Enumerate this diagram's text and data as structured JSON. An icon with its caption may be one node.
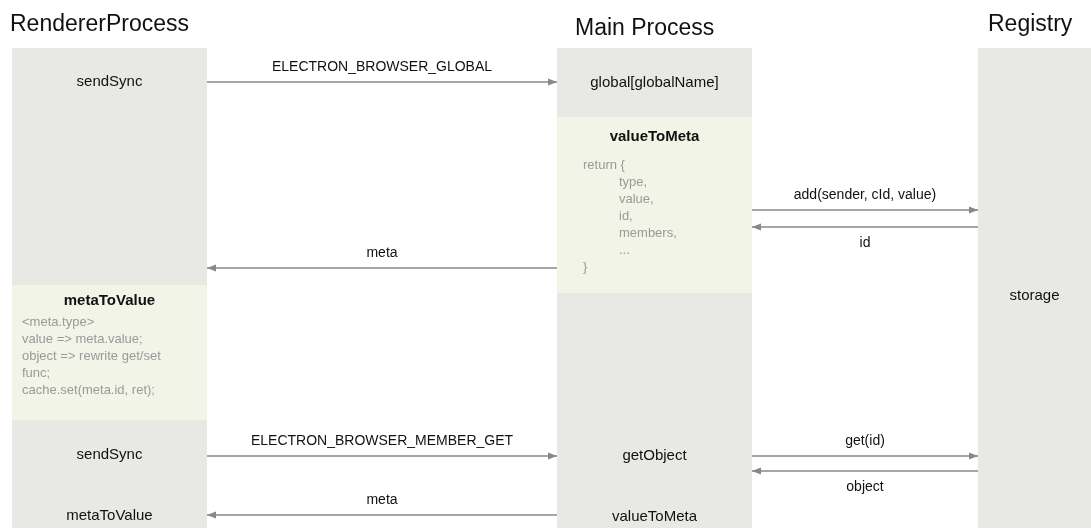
{
  "diagram": {
    "nodes": [
      {
        "text": [
          "RendererProcess"
        ]
      },
      {
        "text": [
          "sendSync"
        ]
      },
      {
        "text": [
          "metaToValue",
          "<meta.type>",
          "value => meta.value;",
          "object => rewrite get/set func;",
          "cache.set(meta.id, ret);"
        ]
      },
      {
        "text": [
          "sendSync"
        ]
      },
      {
        "text": [
          "metaToValue"
        ]
      },
      {
        "text": [
          "Main Process"
        ]
      },
      {
        "text": [
          "global[globalName]"
        ]
      },
      {
        "text": [
          "valueToMeta",
          "return {",
          "type,",
          "value,",
          "id,",
          "members,",
          "...",
          "}"
        ]
      },
      {
        "text": [
          "getObject"
        ]
      },
      {
        "text": [
          "valueToMeta"
        ]
      },
      {
        "text": [
          "Registry"
        ]
      },
      {
        "text": [
          "storage"
        ]
      }
    ],
    "edges": [
      {
        "from": 1,
        "to": 6,
        "arrow": "to",
        "label": "ELECTRON_BROWSER_GLOBAL"
      },
      {
        "from": 7,
        "to": 11,
        "arrow": "to",
        "label": "add(sender, cId, value)"
      },
      {
        "from": 11,
        "to": 7,
        "arrow": "to",
        "label": "id"
      },
      {
        "from": 7,
        "to": 1,
        "arrow": "to",
        "label": "meta"
      },
      {
        "from": 3,
        "to": 8,
        "arrow": "to",
        "label": "ELECTRON_BROWSER_MEMBER_GET"
      },
      {
        "from": 8,
        "to": 11,
        "arrow": "to",
        "label": "get(id)"
      },
      {
        "from": 11,
        "to": 8,
        "arrow": "to",
        "label": "object"
      },
      {
        "from": 9,
        "to": 4,
        "arrow": "to",
        "label": "meta"
      }
    ]
  }
}
